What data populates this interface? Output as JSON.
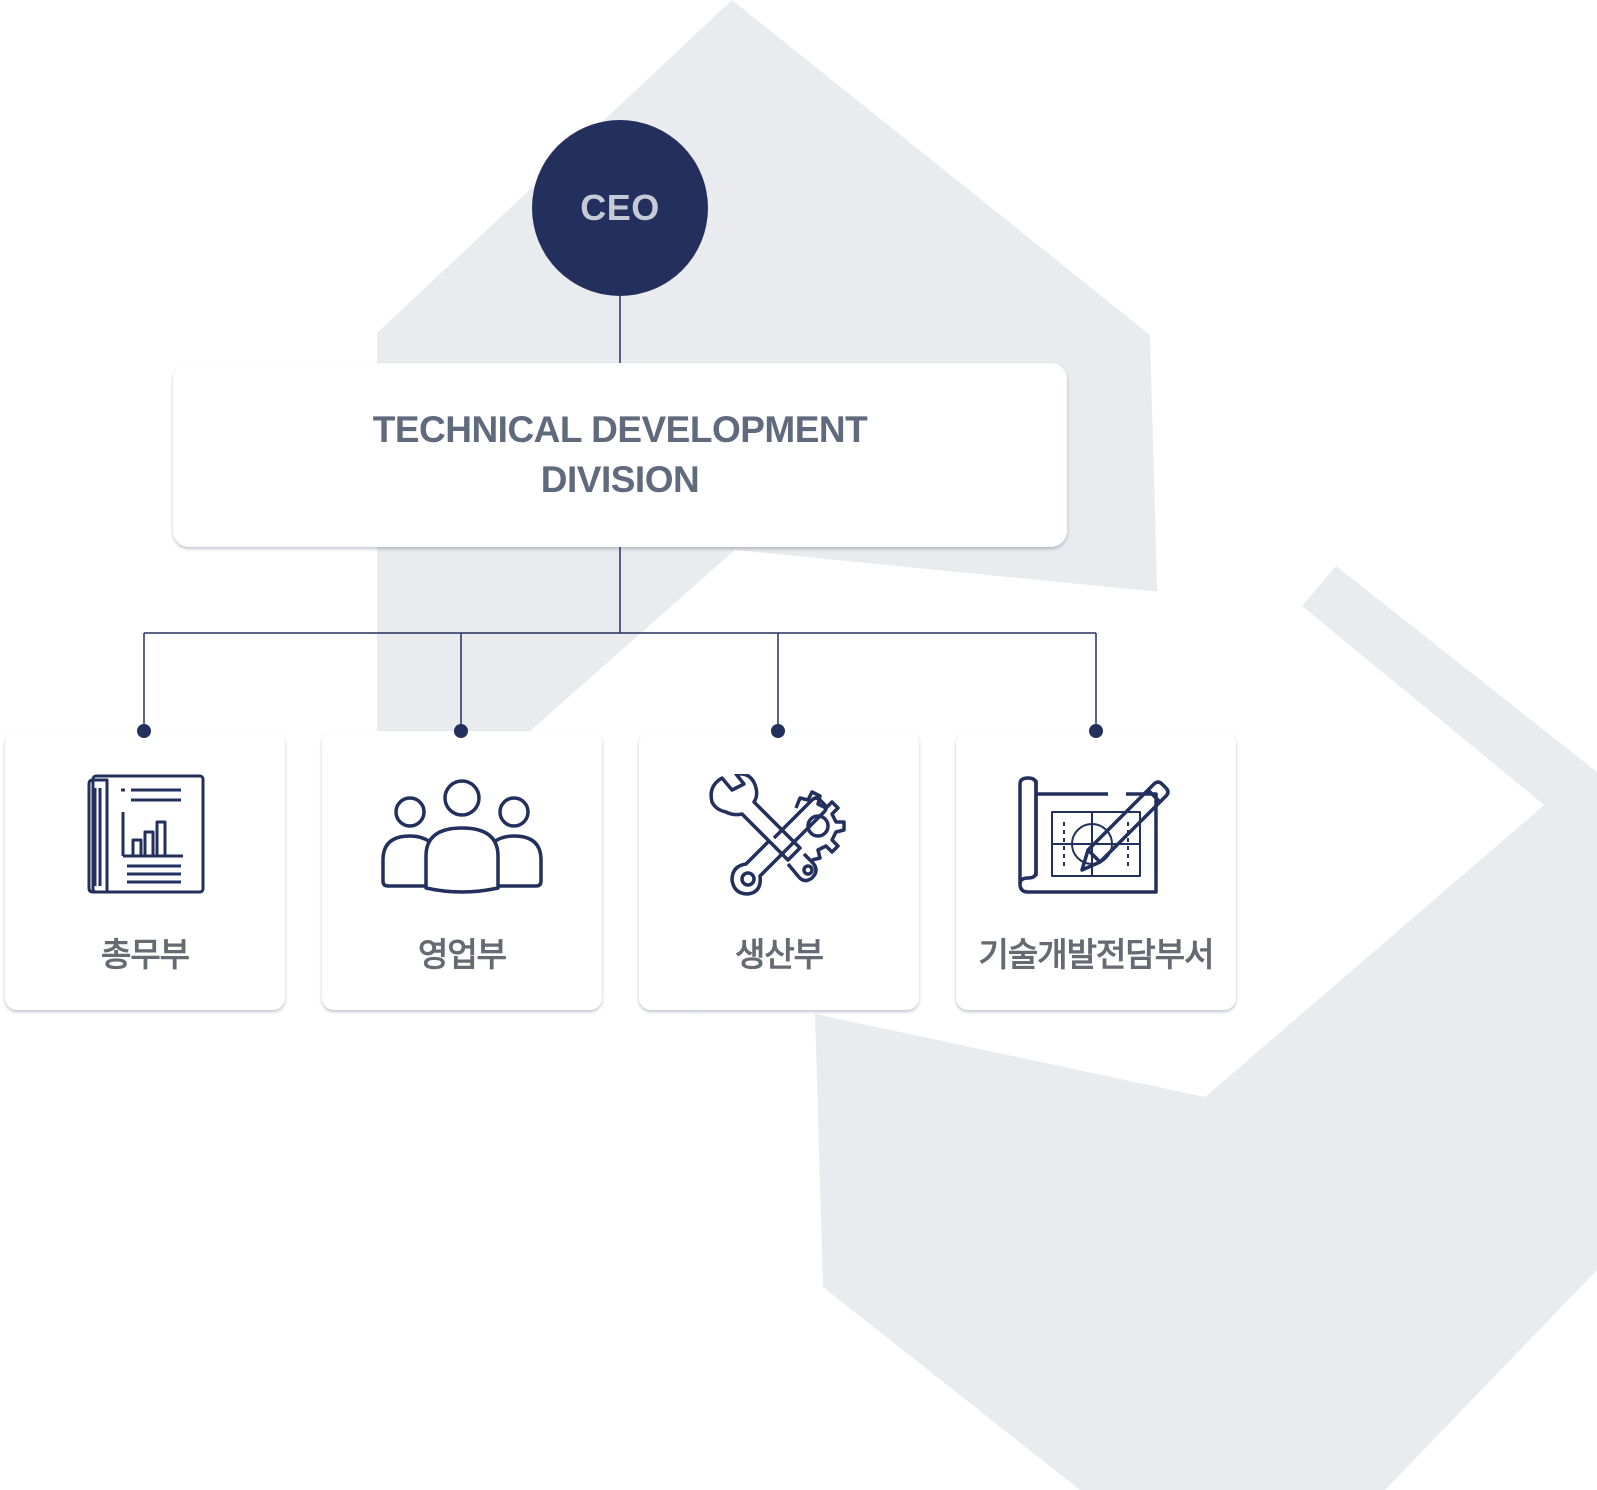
{
  "ceo": {
    "label": "CEO"
  },
  "division": {
    "line1": "TECHNICAL DEVELOPMENT",
    "line2": "DIVISION"
  },
  "departments": [
    {
      "label": "총무부",
      "icon": "report-icon"
    },
    {
      "label": "영업부",
      "icon": "people-icon"
    },
    {
      "label": "생산부",
      "icon": "tools-icon"
    },
    {
      "label": "기술개발전담부서",
      "icon": "blueprint-icon"
    }
  ],
  "colors": {
    "navy": "#23305d",
    "connector": "#23305d",
    "background_shape": "#e9ebee",
    "label_gray": "#666a72",
    "division_text": "#606a7d"
  }
}
